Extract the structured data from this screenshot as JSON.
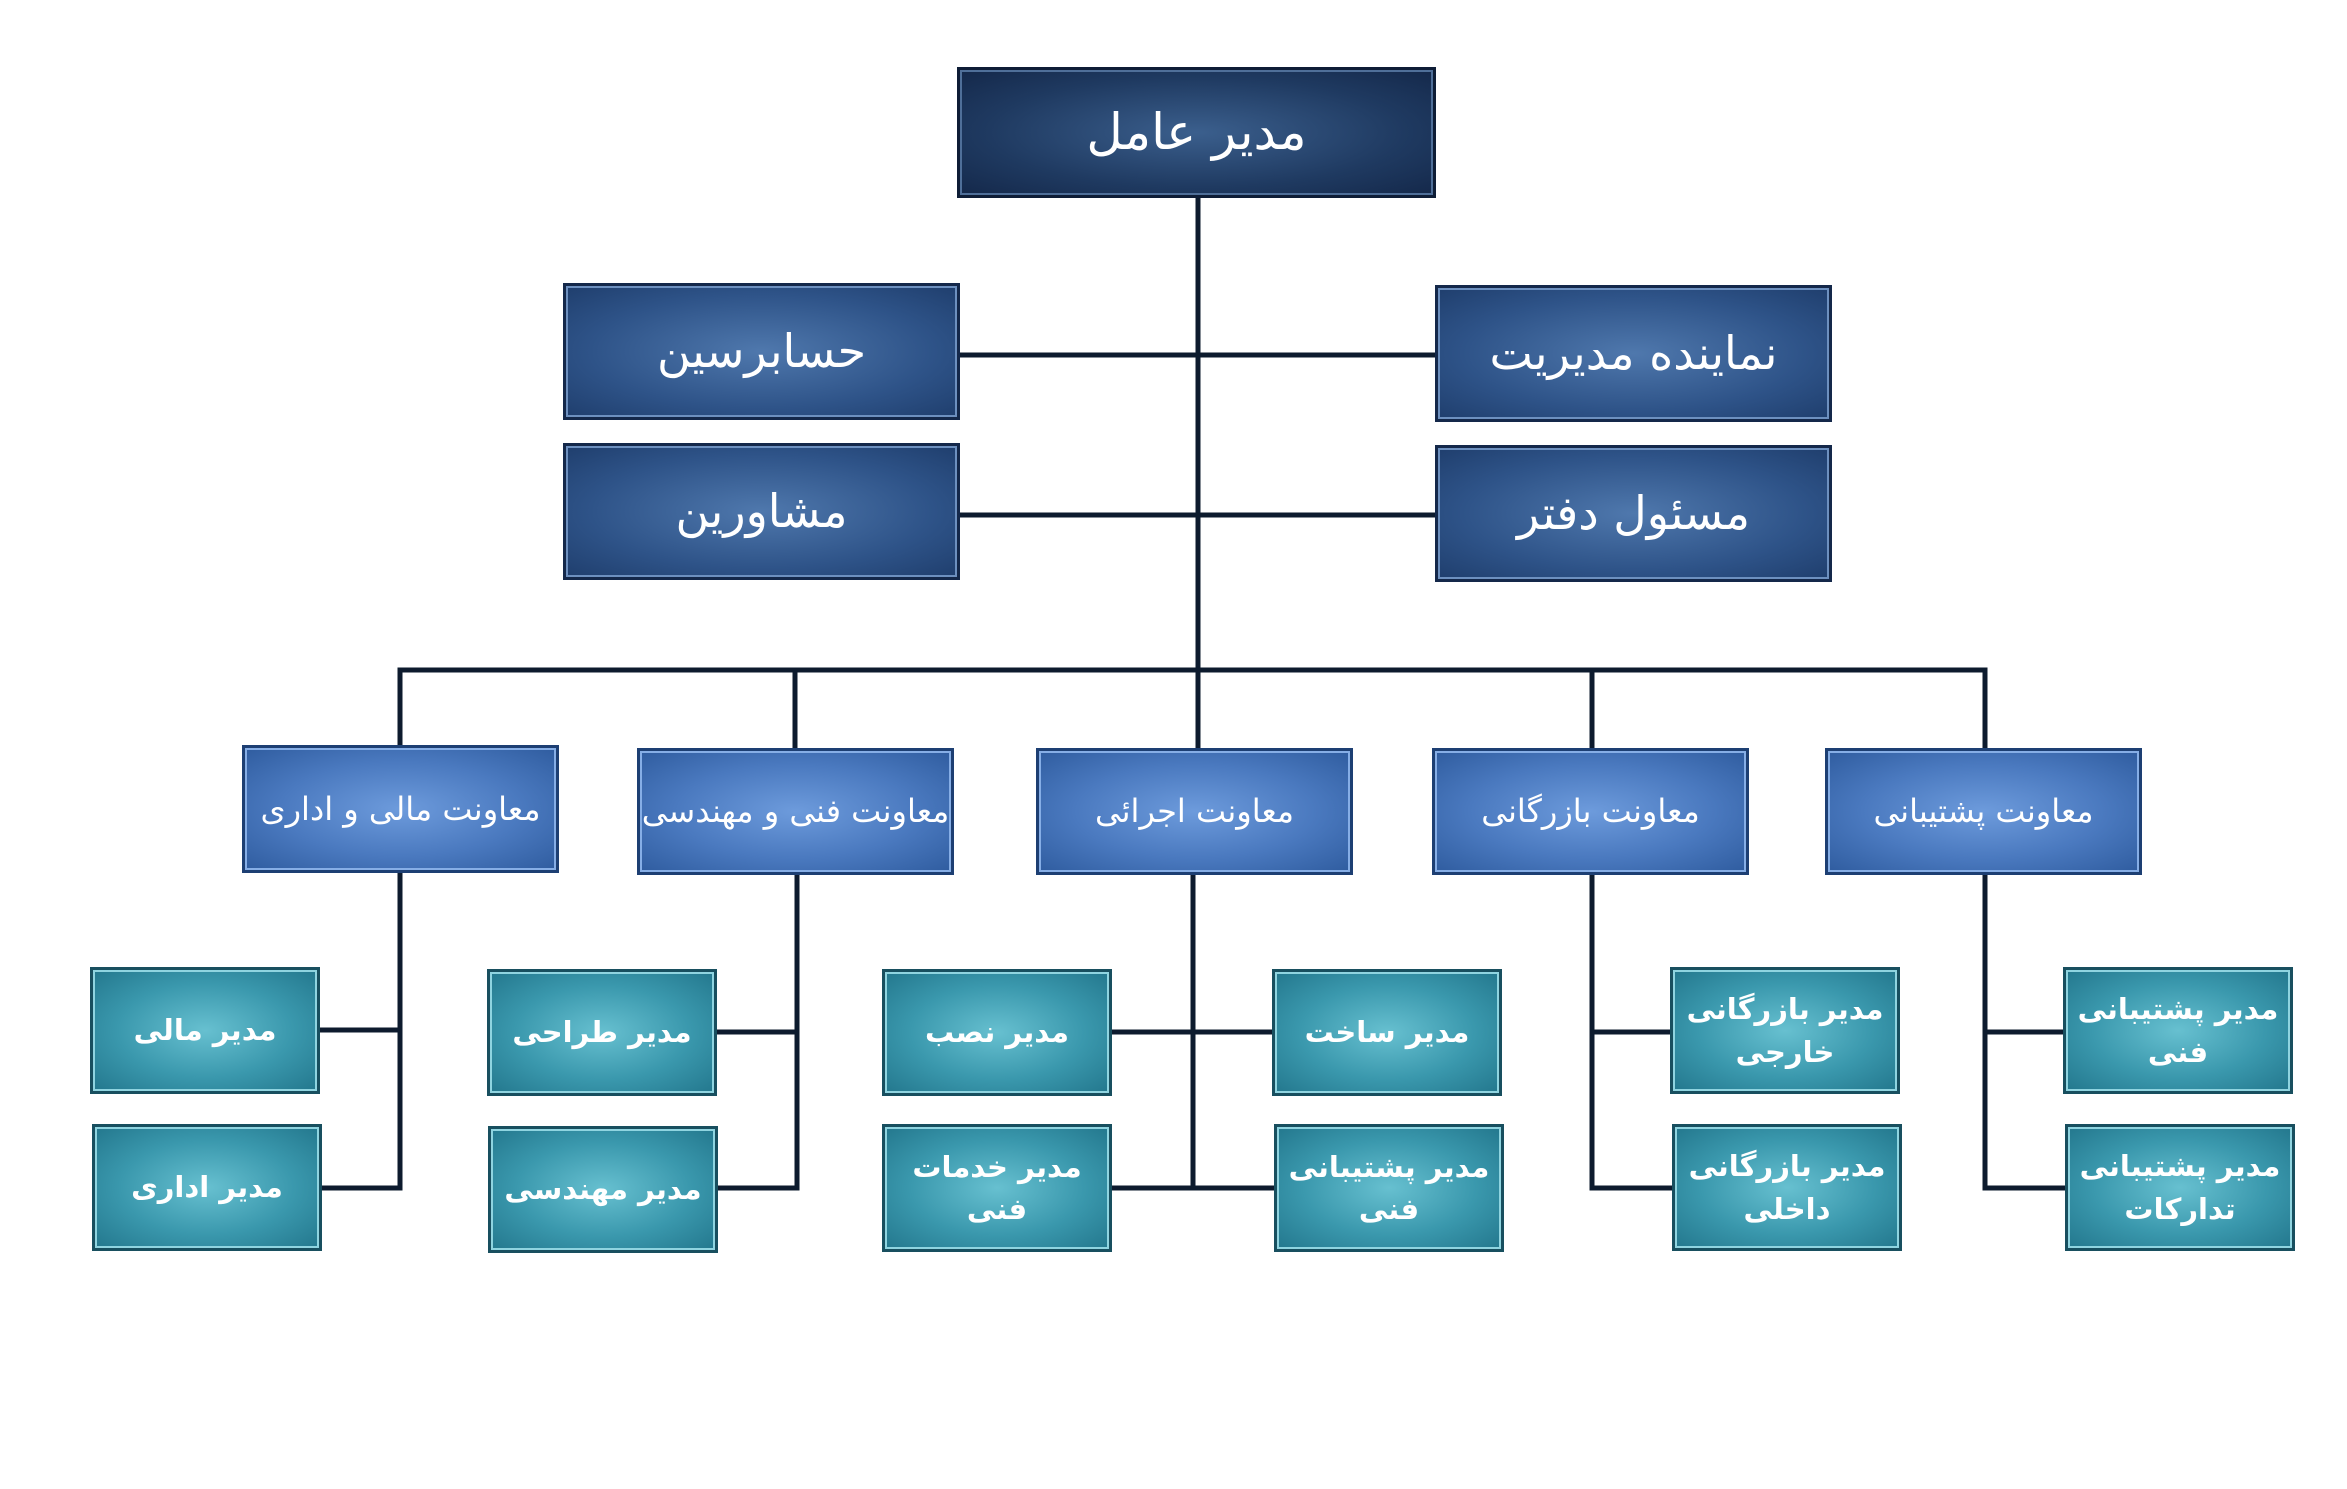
{
  "ceo": {
    "label": "مدیر عامل"
  },
  "staff_left": [
    {
      "label": "حسابرسین"
    },
    {
      "label": "مشاورین"
    }
  ],
  "staff_right": [
    {
      "label": "نماینده مدیریت"
    },
    {
      "label": "مسئول دفتر"
    }
  ],
  "deputies": [
    {
      "label": "معاونت مالی و اداری"
    },
    {
      "label": "معاونت فنی و مهندسی"
    },
    {
      "label": "معاونت اجرائی"
    },
    {
      "label": "معاونت بازرگانی"
    },
    {
      "label": "معاونت پشتیبانی"
    }
  ],
  "managers": {
    "finance_admin": [
      {
        "label": "مدیر مالی"
      },
      {
        "label": "مدیر اداری"
      }
    ],
    "engineering": [
      {
        "label": "مدیر طراحی"
      },
      {
        "label": "مدیر مهندسی"
      }
    ],
    "executive_left": [
      {
        "label": "مدیر نصب"
      },
      {
        "line1": "مدیر خدمات",
        "line2": "فنی"
      }
    ],
    "executive_right": [
      {
        "label": "مدیر ساخت"
      },
      {
        "line1": "مدیر پشتیبانی",
        "line2": "فنی"
      }
    ],
    "commerce": [
      {
        "line1": "مدیر بازرگانی",
        "line2": "خارجی"
      },
      {
        "line1": "مدیر بازرگانی",
        "line2": "داخلی"
      }
    ],
    "support": [
      {
        "line1": "مدیر پشتیبانی",
        "line2": "فنی"
      },
      {
        "line1": "مدیر پشتیبانی",
        "line2": "تدارکات"
      }
    ]
  },
  "colors": {
    "connector": "#0d1b2e",
    "ceo_fill": "#1f3a61",
    "staff_fill": "#2e5388",
    "deputy_fill": "#4a79bf",
    "manager_fill": "#3a98ad"
  }
}
